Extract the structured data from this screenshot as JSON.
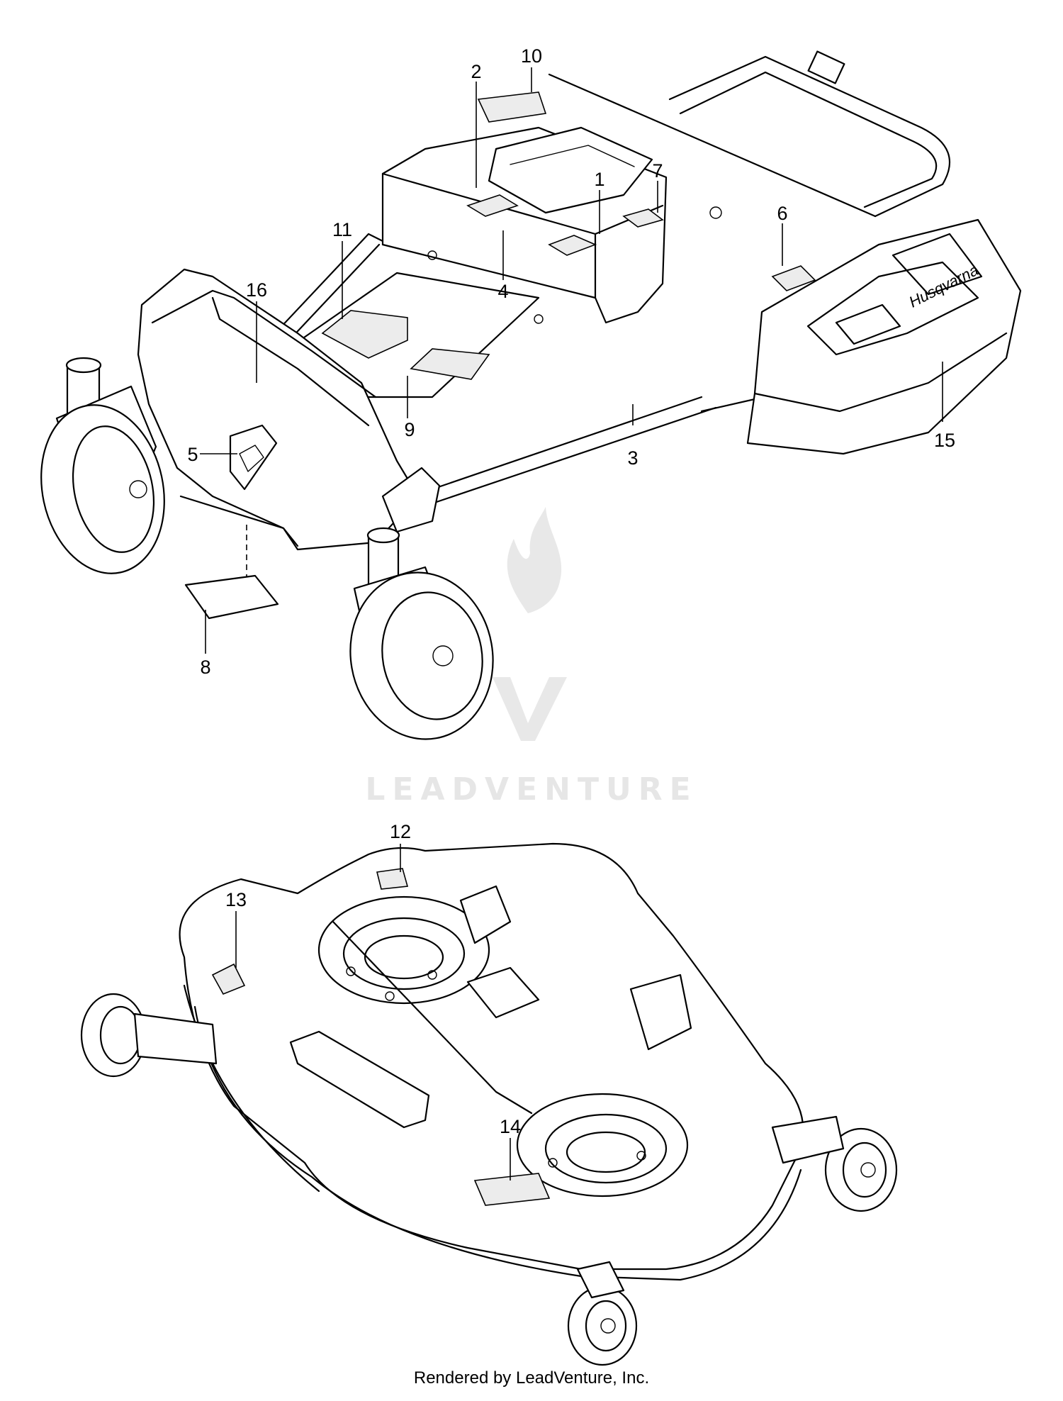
{
  "diagram": {
    "callouts": [
      {
        "id": "1",
        "label": "1"
      },
      {
        "id": "2",
        "label": "2"
      },
      {
        "id": "3",
        "label": "3"
      },
      {
        "id": "4",
        "label": "4"
      },
      {
        "id": "5",
        "label": "5"
      },
      {
        "id": "6",
        "label": "6"
      },
      {
        "id": "7",
        "label": "7"
      },
      {
        "id": "8",
        "label": "8"
      },
      {
        "id": "9",
        "label": "9"
      },
      {
        "id": "10",
        "label": "10"
      },
      {
        "id": "11",
        "label": "11"
      },
      {
        "id": "12",
        "label": "12"
      },
      {
        "id": "13",
        "label": "13"
      },
      {
        "id": "14",
        "label": "14"
      },
      {
        "id": "15",
        "label": "15"
      },
      {
        "id": "16",
        "label": "16"
      }
    ],
    "brand_mark": "Husqvarna"
  },
  "watermark": {
    "text": "LEADVENTURE"
  },
  "footer": {
    "text": "Rendered by LeadVenture, Inc."
  }
}
